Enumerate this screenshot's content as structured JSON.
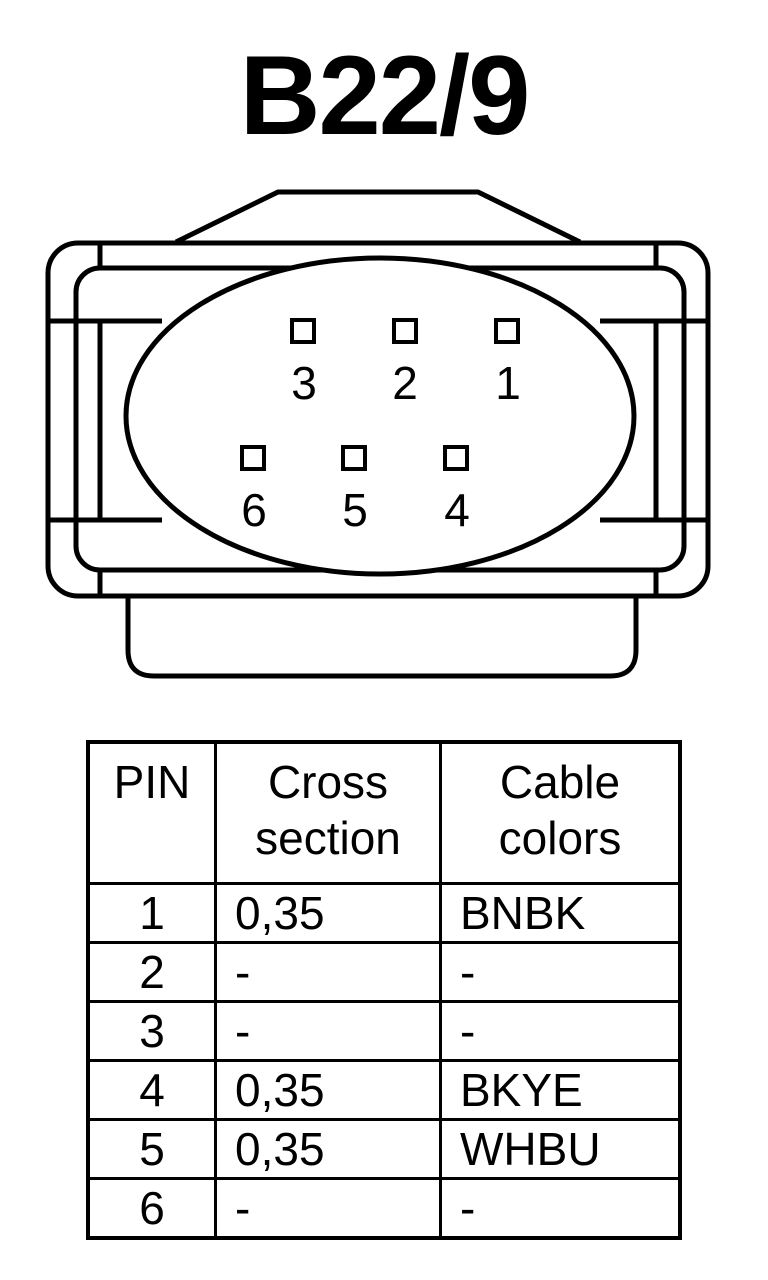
{
  "title": "B22/9",
  "pins": [
    {
      "number": "3"
    },
    {
      "number": "2"
    },
    {
      "number": "1"
    },
    {
      "number": "6"
    },
    {
      "number": "5"
    },
    {
      "number": "4"
    }
  ],
  "table": {
    "headers": {
      "pin": "PIN",
      "cross_section": "Cross\nsection",
      "cable_colors": "Cable\ncolors"
    },
    "rows": [
      {
        "pin": "1",
        "cross_section": "0,35",
        "cable_colors": "BNBK"
      },
      {
        "pin": "2",
        "cross_section": "-",
        "cable_colors": "-"
      },
      {
        "pin": "3",
        "cross_section": "-",
        "cable_colors": "-"
      },
      {
        "pin": "4",
        "cross_section": "0,35",
        "cable_colors": "BKYE"
      },
      {
        "pin": "5",
        "cross_section": "0,35",
        "cable_colors": "WHBU"
      },
      {
        "pin": "6",
        "cross_section": "-",
        "cable_colors": "-"
      }
    ]
  }
}
